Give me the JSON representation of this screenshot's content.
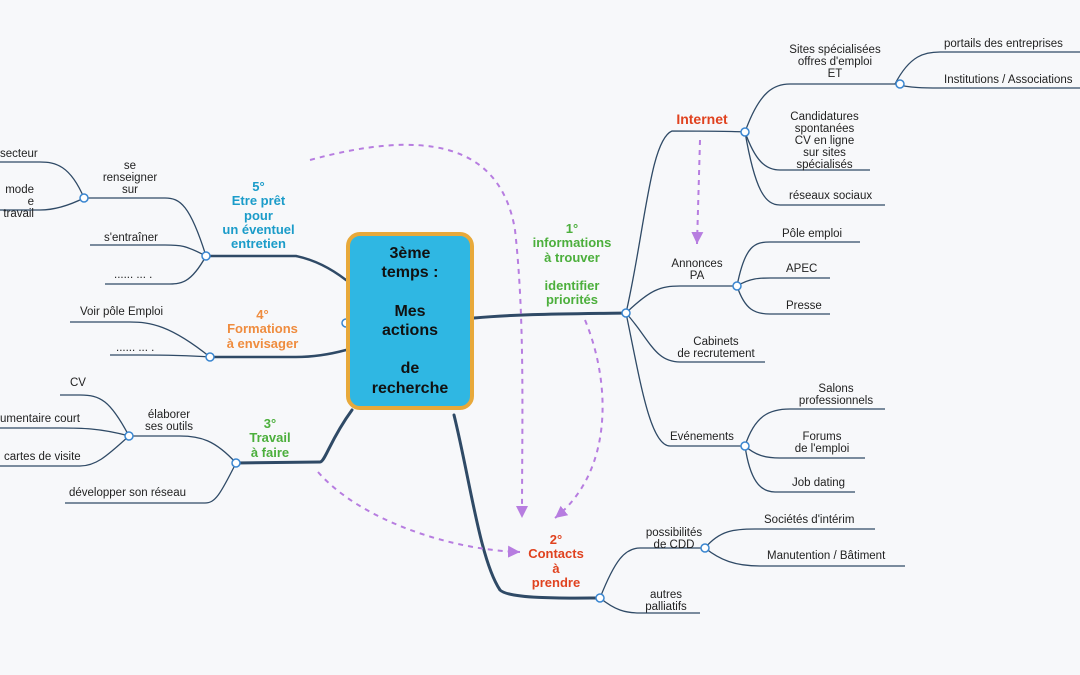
{
  "center": {
    "text": "3ème\ntemps :\n\nMes\nactions\n\nde\nrecherche"
  },
  "colors": {
    "green": "#4caf3c",
    "red": "#e0421f",
    "orange": "#ef8c3e",
    "cyan": "#1b9cc9",
    "center_fill": "#2fb7e3",
    "center_border": "#e8a93a",
    "line": "#2f4a66",
    "dashed": "#b77de0"
  },
  "branches": {
    "b1": {
      "label": "1°\ninformations\nà trouver\n\nidentifier\npriorités"
    },
    "b2": {
      "label": "2°\nContacts\nà\nprendre"
    },
    "b3": {
      "label": "3°\nTravail\nà faire"
    },
    "b4": {
      "label": "4°\nFormations\nà envisager"
    },
    "b5": {
      "label": "5°\nEtre prêt\npour\nun éventuel\nentretien"
    },
    "internet": {
      "label": "Internet"
    }
  },
  "nodes": {
    "sites_specialises": "Sites spécialisées\noffres d'emploi\nET",
    "portails": "portails des entreprises",
    "institutions": "Institutions / Associations",
    "candidatures": "Candidatures\nspontanées\nCV en ligne\nsur sites\nspécialisés",
    "reseaux_sociaux": "réseaux sociaux",
    "annonces": "Annonces\nPA",
    "pole_emploi": "Pôle emploi",
    "apec": "APEC",
    "presse": "Presse",
    "cabinets": "Cabinets\nde recrutement",
    "evenements": "Evénements",
    "salons": "Salons\nprofessionnels",
    "forums": "Forums\nde l'emploi",
    "job_dating": "Job dating",
    "possibilites_cdd": "possibilités\nde CDD",
    "societes_interim": "Sociétés d'intérim",
    "manutention": "Manutention / Bâtiment",
    "autres_palliatifs": "autres\npalliatifs",
    "elaborer_outils": "élaborer\nses outils",
    "cv": "CV",
    "doc_court": "umentaire court",
    "cartes_visite": "cartes de visite",
    "developper_reseau": "développer son réseau",
    "voir_pole_emploi": "Voir pôle Emploi",
    "ellipsis_4": "...... ... .",
    "se_renseigner": "se\nrenseigner\nsur",
    "secteur": "secteur",
    "mode_travail": "mode\ne travail",
    "s_entrainer": "s'entraîner",
    "ellipsis_5": "...... ... ."
  }
}
